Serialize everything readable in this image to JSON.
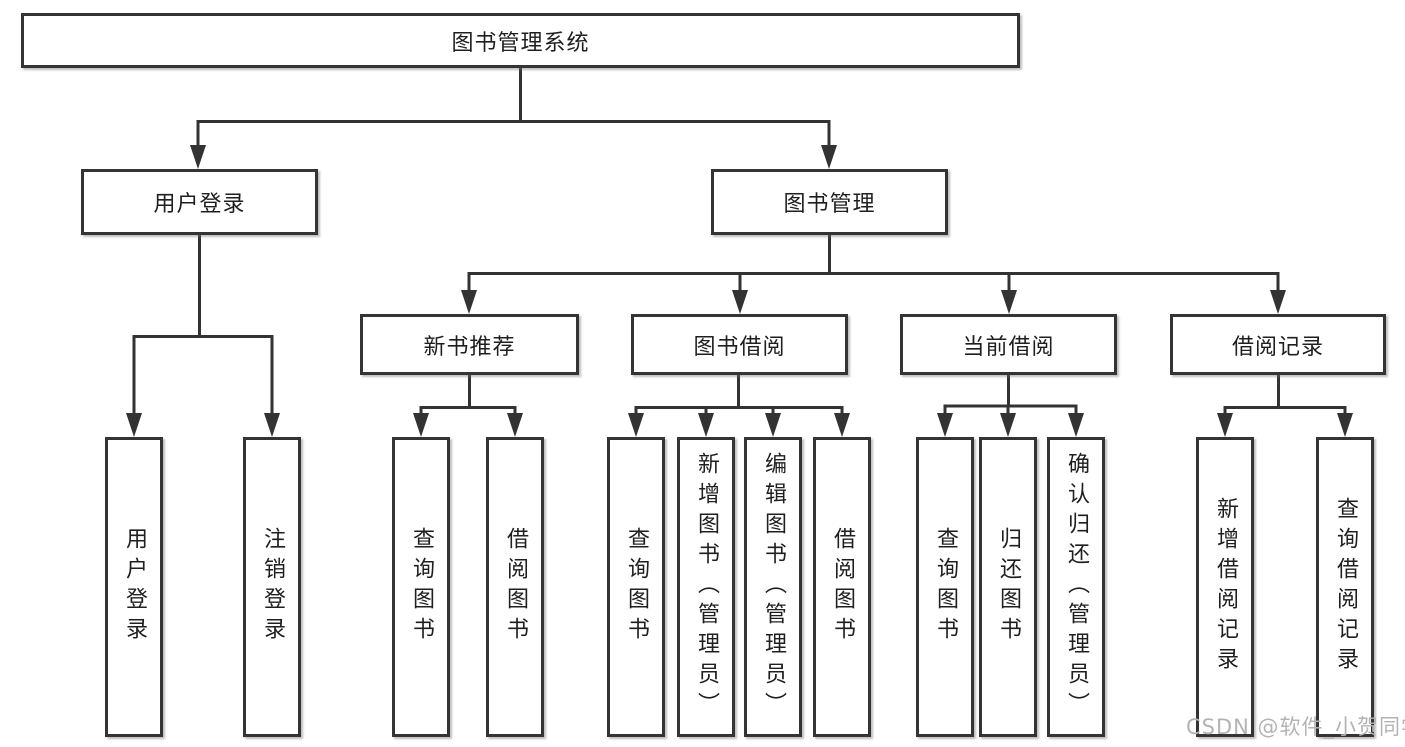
{
  "diagram": {
    "root": {
      "label": "图书管理系统"
    },
    "level2": [
      {
        "label": "用户登录"
      },
      {
        "label": "图书管理"
      }
    ],
    "level3": [
      {
        "label": "新书推荐"
      },
      {
        "label": "图书借阅"
      },
      {
        "label": "当前借阅"
      },
      {
        "label": "借阅记录"
      }
    ],
    "leaves": [
      {
        "label": "用户登录"
      },
      {
        "label": "注销登录"
      },
      {
        "label": "查询图书"
      },
      {
        "label": "借阅图书"
      },
      {
        "label": "查询图书"
      },
      {
        "label": "新增图书（管理员）"
      },
      {
        "label": "编辑图书（管理员）"
      },
      {
        "label": "借阅图书"
      },
      {
        "label": "查询图书"
      },
      {
        "label": "归还图书"
      },
      {
        "label": "确认归还（管理员）"
      },
      {
        "label": "新增借阅记录"
      },
      {
        "label": "查询借阅记录"
      }
    ]
  },
  "watermark": {
    "text": "CSDN @软件_小贺同学"
  },
  "colors": {
    "line": "#333333",
    "box_border": "#343434",
    "text": "#1f1f1f",
    "watermark": "#b3b3b3",
    "background": "#ffffff"
  }
}
